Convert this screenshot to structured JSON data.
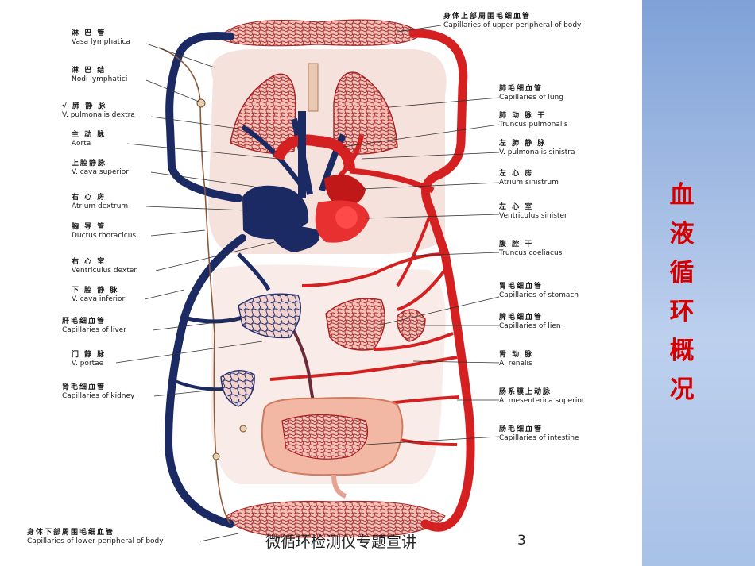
{
  "side_title_chars": [
    "血",
    "液",
    "循",
    "环",
    "概",
    "况"
  ],
  "footer": {
    "text": "微循环检测仪专题宣讲",
    "page": "3"
  },
  "colors": {
    "artery": "#d42020",
    "vein": "#1c2a63",
    "capillary_fill": "#e8b0a8",
    "title": "#d40000",
    "side_panel": "#9fb9e2"
  },
  "labels_left": [
    {
      "zh": "淋 巴 管",
      "en": "Vasa lymphatica"
    },
    {
      "zh": "淋 巴 结",
      "en": "Nodi lymphatici"
    },
    {
      "zh": "√ 肺 静 脉",
      "en": "V. pulmonalis dextra"
    },
    {
      "zh": "主 动 脉",
      "en": "Aorta"
    },
    {
      "zh": "上腔静脉",
      "en": "V. cava superior"
    },
    {
      "zh": "右 心 房",
      "en": "Atrium dextrum"
    },
    {
      "zh": "胸 导 管",
      "en": "Ductus thoracicus"
    },
    {
      "zh": "右 心 室",
      "en": "Ventriculus dexter"
    },
    {
      "zh": "下 腔 静 脉",
      "en": "V. cava inferior"
    },
    {
      "zh": "肝毛细血管",
      "en": "Capillaries of liver"
    },
    {
      "zh": "门 静 脉",
      "en": "V. portae"
    },
    {
      "zh": "肾毛细血管",
      "en": "Capillaries of kidney"
    },
    {
      "zh": "身体下部周围毛细血管",
      "en": "Capillaries of lower peripheral of body"
    }
  ],
  "labels_right": [
    {
      "zh": "身体上部周围毛细血管",
      "en": "Capillaries of upper peripheral of body"
    },
    {
      "zh": "肺毛细血管",
      "en": "Capillaries of lung"
    },
    {
      "zh": "肺 动 脉 干",
      "en": "Truncus pulmonalis"
    },
    {
      "zh": "左 肺 静 脉",
      "en": "V. pulmonalis sinistra"
    },
    {
      "zh": "左 心 房",
      "en": "Atrium sinistrum"
    },
    {
      "zh": "左 心 室",
      "en": "Ventriculus sinister"
    },
    {
      "zh": "腹 腔 干",
      "en": "Truncus coeliacus"
    },
    {
      "zh": "胃毛细血管",
      "en": "Capillaries of stomach"
    },
    {
      "zh": "脾毛细血管",
      "en": "Capillaries of lien"
    },
    {
      "zh": "肾 动 脉",
      "en": "A. renalis"
    },
    {
      "zh": "肠系膜上动脉",
      "en": "A. mesenterica superior"
    },
    {
      "zh": "肠毛细血管",
      "en": "Capillaries of intestine"
    }
  ]
}
